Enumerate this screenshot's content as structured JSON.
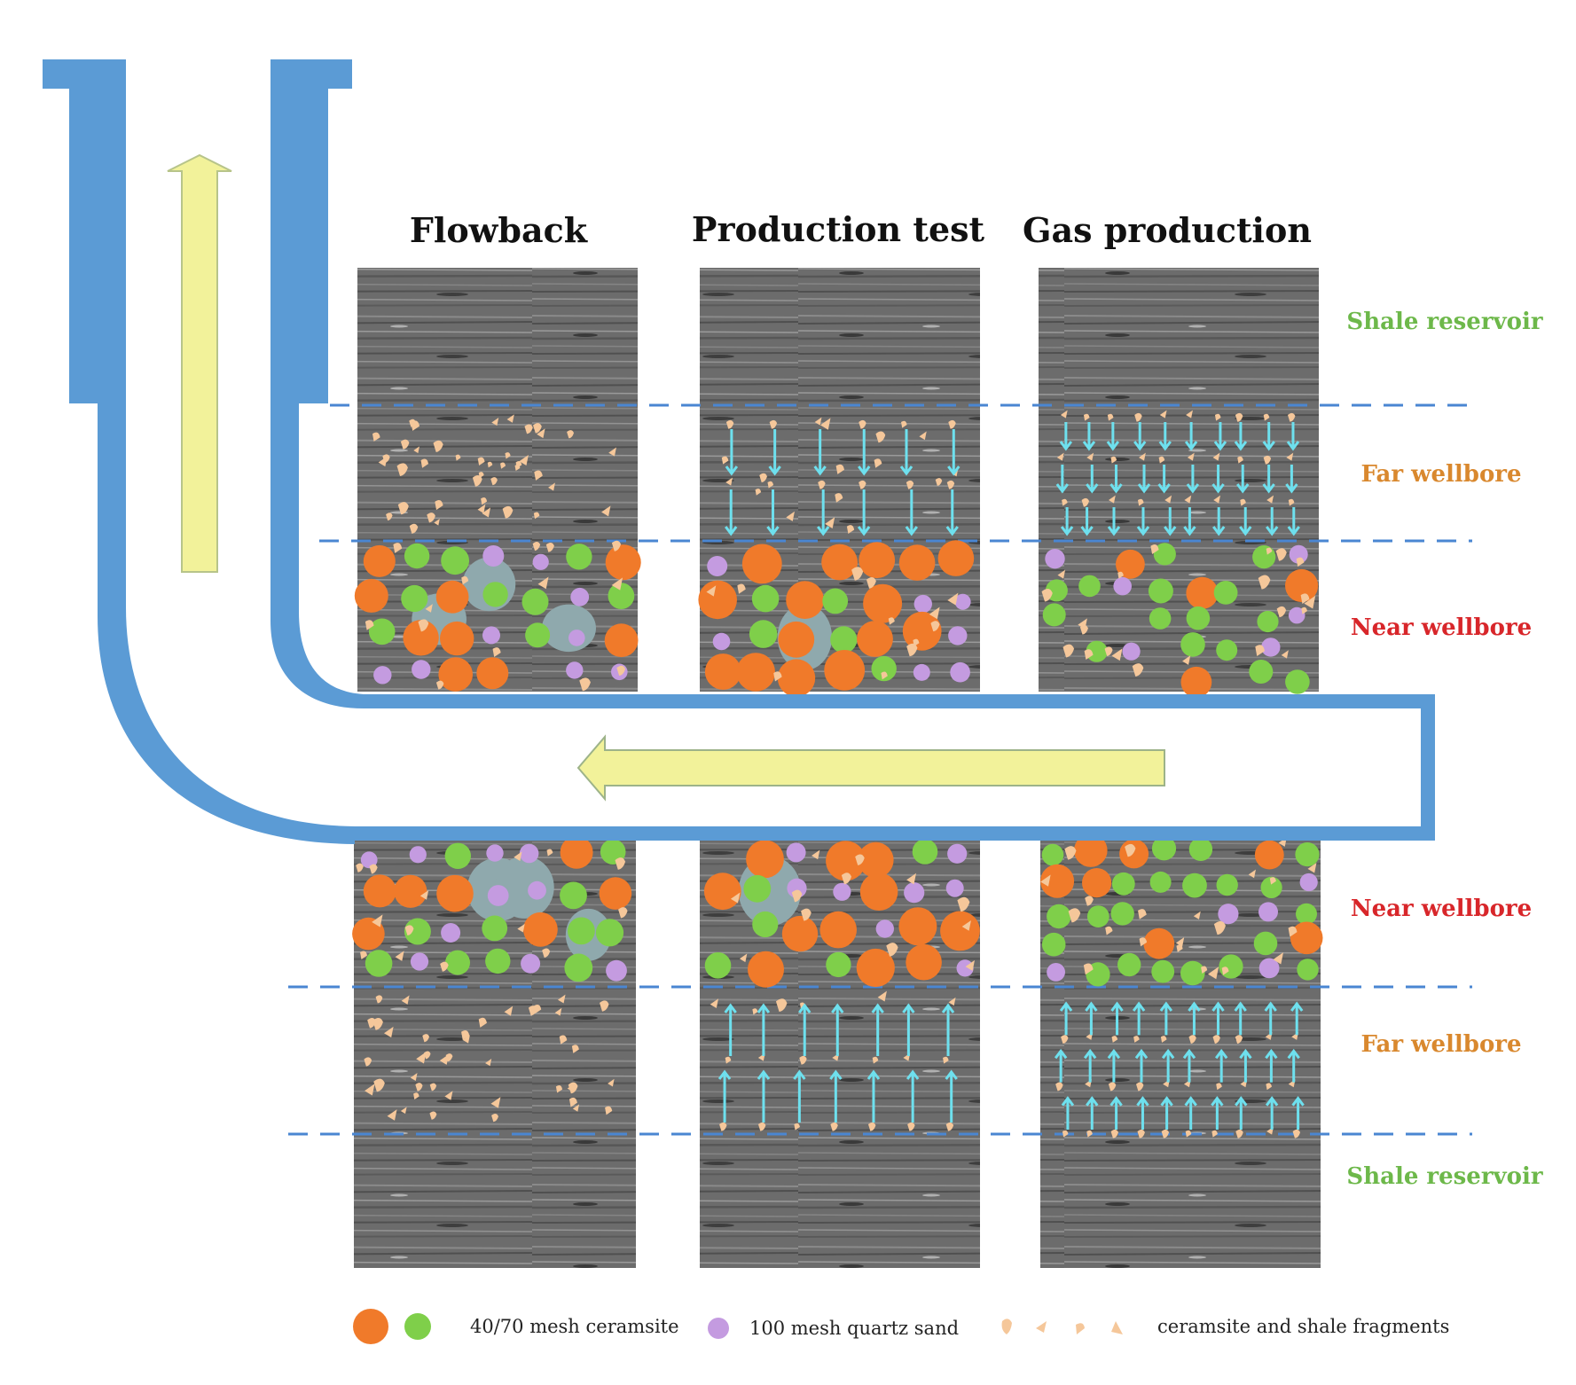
{
  "columns": {
    "flowback": {
      "title": "Flowback"
    },
    "production_test": {
      "title": "Production test"
    },
    "gas_production": {
      "title": "Gas production"
    }
  },
  "zone_labels": {
    "shale_reservoir_top": "Shale reservoir",
    "far_wellbore_top": "Far wellbore",
    "near_wellbore_top": "Near wellbore",
    "near_wellbore_bottom": "Near wellbore",
    "far_wellbore_bottom": "Far wellbore",
    "shale_reservoir_bottom": "Shale reservoir"
  },
  "legend": {
    "ceramsite": "40/70 mesh ceramsite",
    "quartz_sand": "100 mesh quartz sand",
    "fragments": "ceramsite and shale fragments"
  },
  "colors": {
    "wellbore": "#5b9bd5",
    "flow_arrow": "#f2f29a",
    "ceramsite_orange": "#f07a2a",
    "ceramsite_green": "#7fcf4a",
    "quartz_sand": "#c49be0",
    "fragments": "#f5c79a",
    "clump": "#8fa9ad",
    "gas_arrow": "#6ee0ee",
    "shale_reservoir_label": "#6db84a",
    "far_wellbore_label": "#d9882e",
    "near_wellbore_label": "#d8262a"
  }
}
